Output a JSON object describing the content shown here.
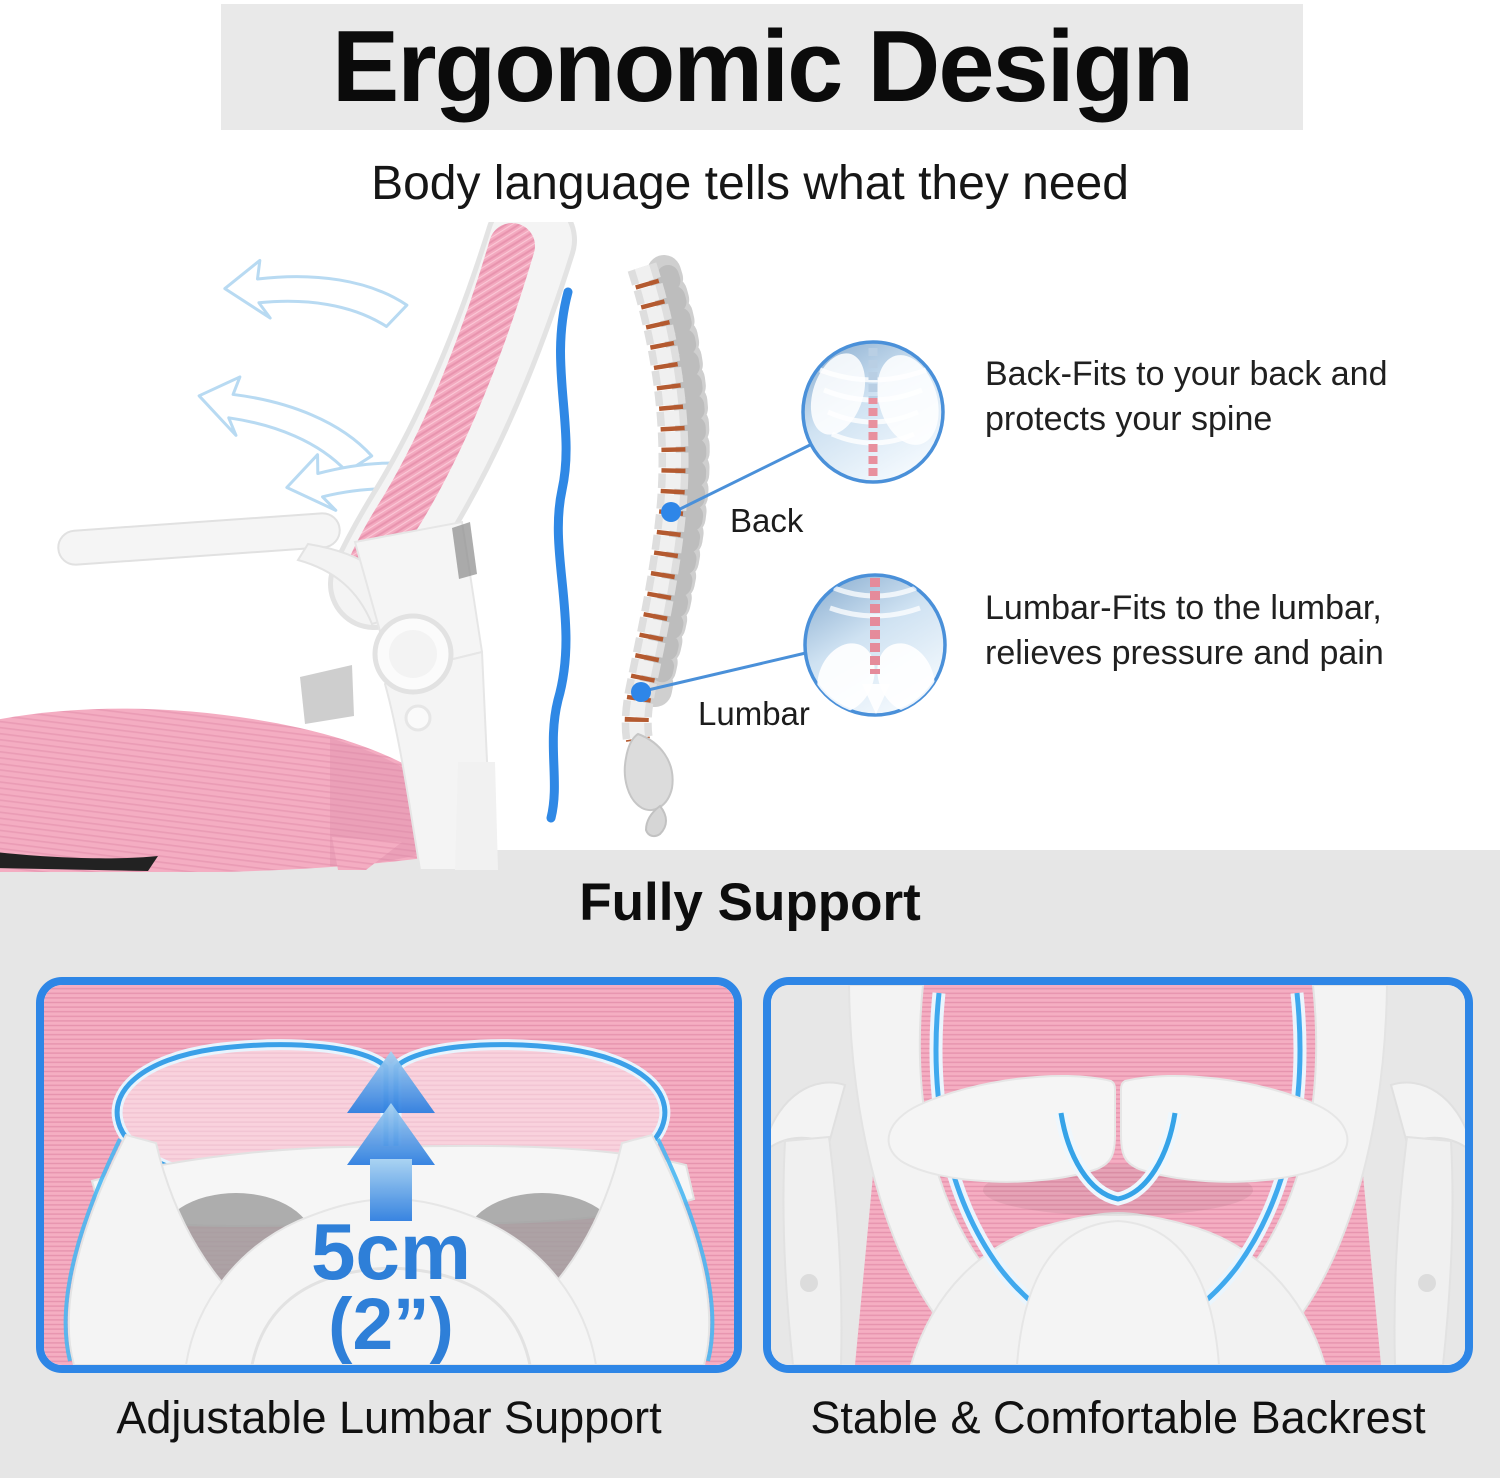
{
  "header": {
    "title": "Ergonomic Design",
    "subtitle": "Body language tells what they need"
  },
  "ergonomics": {
    "spine_labels": {
      "back": "Back",
      "lumbar": "Lumbar"
    },
    "callouts": {
      "back": {
        "line1": "Back-Fits to your back and",
        "line2": "protects your spine"
      },
      "lumbar": {
        "line1": "Lumbar-Fits to the lumbar,",
        "line2": "relieves pressure and pain"
      }
    }
  },
  "support": {
    "title": "Fully Support",
    "panels": [
      {
        "measurement_primary": "5cm",
        "measurement_secondary": "(2”)",
        "caption": "Adjustable Lumbar Support"
      },
      {
        "caption": "Stable & Comfortable Backrest"
      }
    ]
  },
  "colors": {
    "accent_blue": "#2f86e0",
    "panel_border": "#2e86e6",
    "mesh_pink": "#f4abc0",
    "callout_ring": "#4a90d9",
    "title_band_gray": "#e9e9e9",
    "section_gray": "#e6e6e6"
  }
}
